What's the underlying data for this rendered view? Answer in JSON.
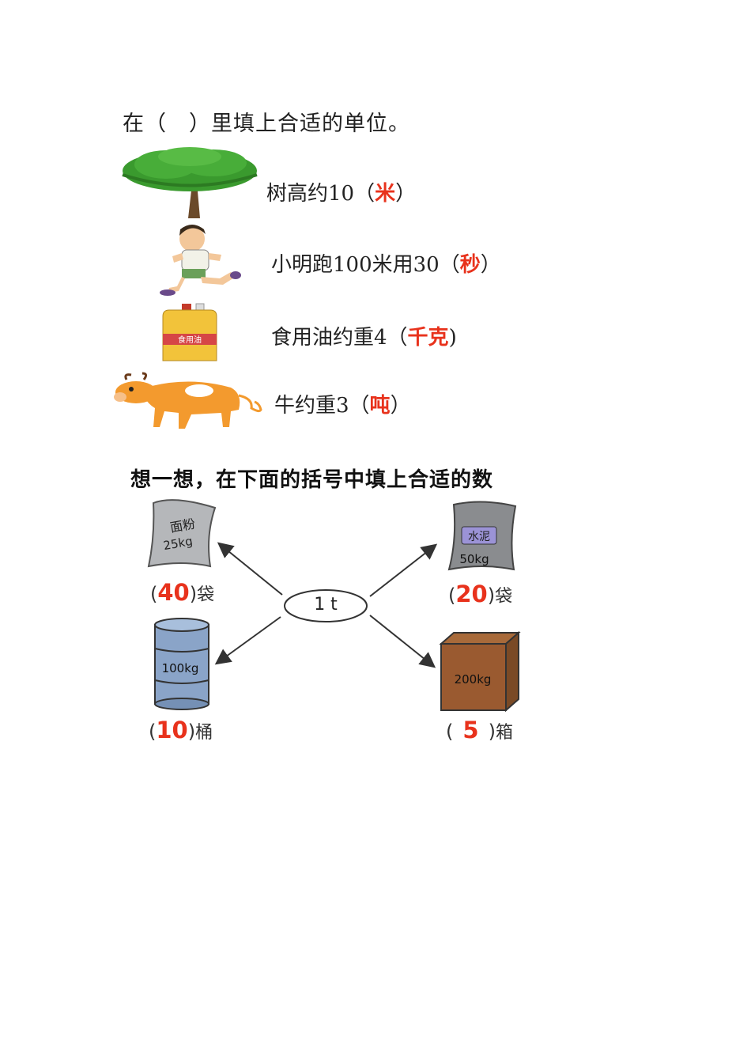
{
  "section1": {
    "instruction": "在（　）里填上合适的单位。",
    "items": [
      {
        "icon": "tree-icon",
        "text": "树高约10（",
        "answer": "米",
        "close": "）"
      },
      {
        "icon": "boy-running-icon",
        "text": "小明跑100米用30（",
        "answer": "秒",
        "close": "）"
      },
      {
        "icon": "oil-bottle-icon",
        "text": "食用油约重4（",
        "answer": "千克",
        "close": ")",
        "label": "食用油"
      },
      {
        "icon": "cow-icon",
        "text": "牛约重3（",
        "answer": "吨",
        "close": "）"
      }
    ]
  },
  "section2": {
    "instruction": "想一想，在下面的括号中填上合适的数",
    "center": "1 t",
    "items": [
      {
        "icon": "flour-bag-icon",
        "label_top": "面粉",
        "label_weight": "25kg",
        "open": "(",
        "answer": "40",
        "close": ")",
        "unit": "袋"
      },
      {
        "icon": "cement-bag-icon",
        "label_top": "水泥",
        "label_weight": "50kg",
        "open": "(",
        "answer": "20",
        "close": ")",
        "unit": "袋"
      },
      {
        "icon": "barrel-icon",
        "label_weight": "100kg",
        "open": "(",
        "answer": "10",
        "close": ")",
        "unit": "桶"
      },
      {
        "icon": "box-icon",
        "label_weight": "200kg",
        "open": "(",
        "answer": "5",
        "close": ")",
        "unit": "箱"
      }
    ]
  }
}
